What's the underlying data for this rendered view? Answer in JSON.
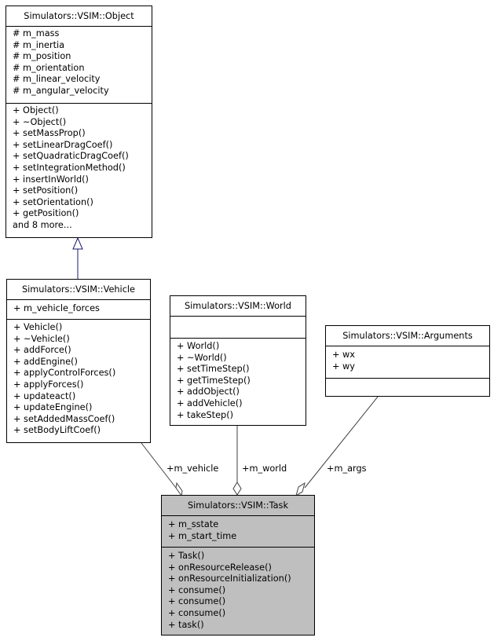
{
  "classes": {
    "object": {
      "title": "Simulators::VSIM::Object",
      "attributes": [
        "# m_mass",
        "# m_inertia",
        "# m_position",
        "# m_orientation",
        "# m_linear_velocity",
        "# m_angular_velocity"
      ],
      "methods": [
        "+ Object()",
        "+ ~Object()",
        "+ setMassProp()",
        "+ setLinearDragCoef()",
        "+ setQuadraticDragCoef()",
        "+ setIntegrationMethod()",
        "+ insertInWorld()",
        "+ setPosition()",
        "+ setOrientation()",
        "+ getPosition()",
        "and 8 more..."
      ]
    },
    "vehicle": {
      "title": "Simulators::VSIM::Vehicle",
      "attributes": [
        "+ m_vehicle_forces"
      ],
      "methods": [
        "+ Vehicle()",
        "+ ~Vehicle()",
        "+ addForce()",
        "+ addEngine()",
        "+ applyControlForces()",
        "+ applyForces()",
        "+ updateact()",
        "+ updateEngine()",
        "+ setAddedMassCoef()",
        "+ setBodyLiftCoef()"
      ]
    },
    "world": {
      "title": "Simulators::VSIM::World",
      "attributes": [],
      "methods": [
        "+ World()",
        "+ ~World()",
        "+ setTimeStep()",
        "+ getTimeStep()",
        "+ addObject()",
        "+ addVehicle()",
        "+ takeStep()"
      ]
    },
    "arguments": {
      "title": "Simulators::VSIM::Arguments",
      "attributes": [
        "+ wx",
        "+ wy"
      ],
      "methods": []
    },
    "task": {
      "title": "Simulators::VSIM::Task",
      "attributes": [
        "+ m_sstate",
        "+ m_start_time"
      ],
      "methods": [
        "+ Task()",
        "+ onResourceRelease()",
        "+ onResourceInitialization()",
        "+ consume()",
        "+ consume()",
        "+ consume()",
        "+ task()"
      ]
    }
  },
  "edges": {
    "inheritance_color": "#191970",
    "vehicle_label": "+m_vehicle",
    "world_label": "+m_world",
    "args_label": "+m_args"
  }
}
